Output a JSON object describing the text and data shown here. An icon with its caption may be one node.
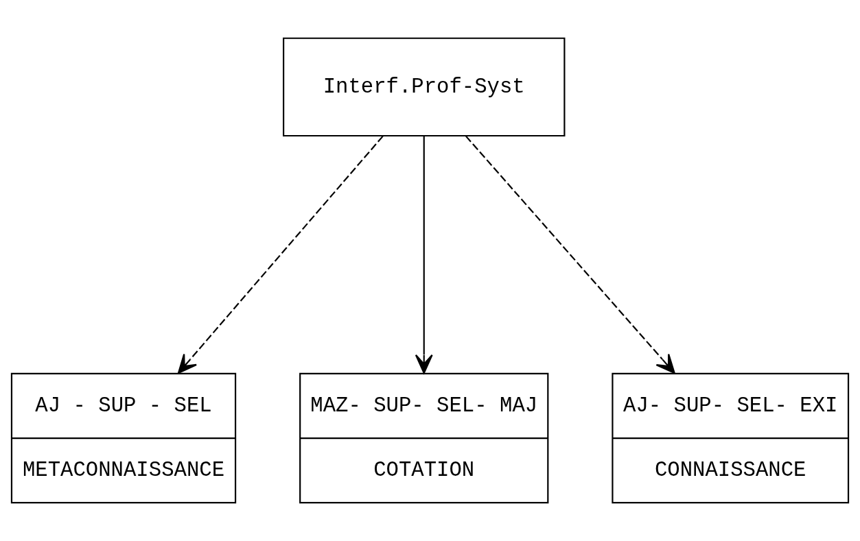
{
  "diagram": {
    "nodes": [
      {
        "text": [
          "Interf.Prof-Syst"
        ]
      },
      {
        "text": [
          "AJ - SUP - SEL",
          "METACONNAISSANCE"
        ]
      },
      {
        "text": [
          "MAZ- SUP- SEL- MAJ",
          "COTATION"
        ]
      },
      {
        "text": [
          "AJ- SUP- SEL- EXI",
          "CONNAISSANCE"
        ]
      }
    ],
    "edges": [
      {
        "from": 0,
        "to": 1,
        "arrow": "to",
        "style": "dashed"
      },
      {
        "from": 0,
        "to": 2,
        "arrow": "to"
      },
      {
        "from": 0,
        "to": 3,
        "arrow": "to",
        "style": "dashed"
      }
    ]
  }
}
